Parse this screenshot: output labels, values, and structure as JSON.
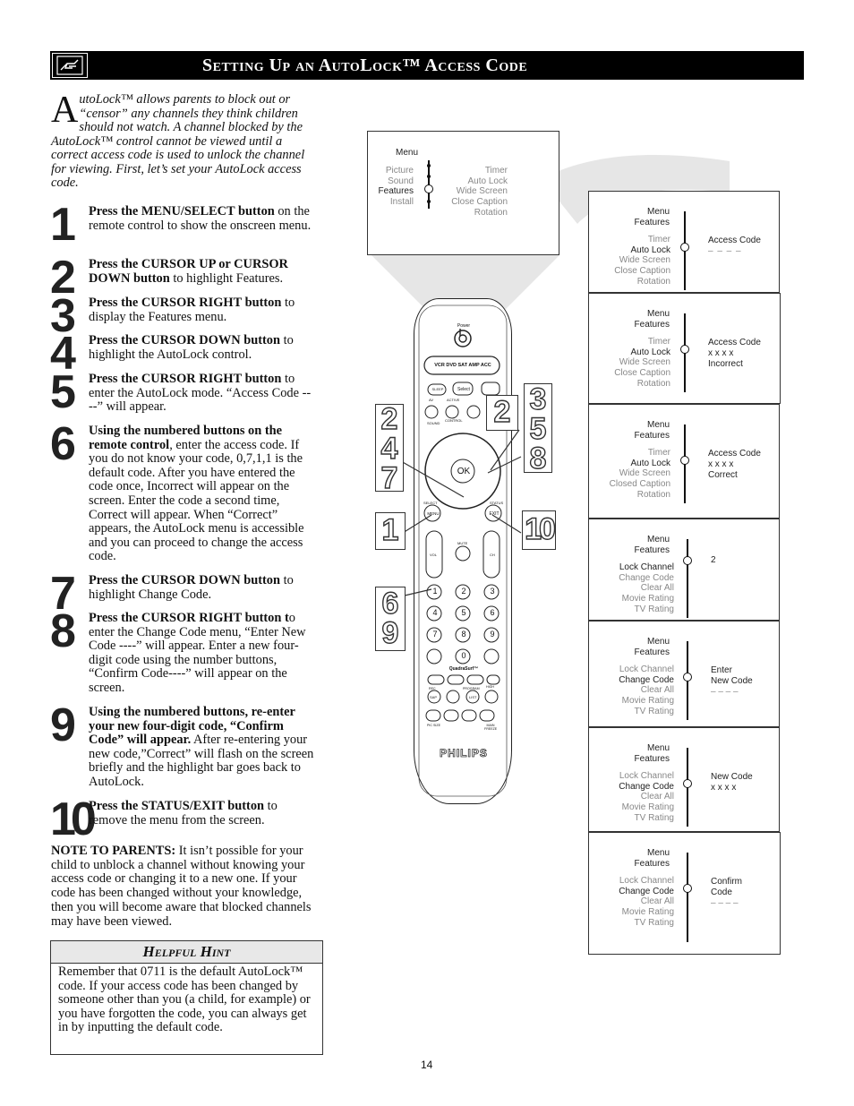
{
  "banner": {
    "title": "Setting Up an AutoLock™ Access Code",
    "icon": "hand-pointing-icon"
  },
  "intro": {
    "dropcap": "A",
    "text": "utoLock™ allows parents to block out or “censor” any channels they think children should not watch.  A channel blocked by the AutoLock™ control cannot be viewed until a correct access code is used to unlock the channel for viewing.  First, let’s set your AutoLock access code."
  },
  "steps": [
    {
      "num": "1",
      "bold": "Press the MENU/SELECT button",
      "rest": " on the remote control to show the onscreen menu."
    },
    {
      "num": "2",
      "bold": "Press the CURSOR UP or CURSOR DOWN button",
      "rest": " to highlight Features."
    },
    {
      "num": "3",
      "bold": "Press the CURSOR RIGHT button",
      "rest": " to display the Features menu."
    },
    {
      "num": "4",
      "bold": "Press the CURSOR DOWN button",
      "rest": " to highlight the AutoLock control."
    },
    {
      "num": "5",
      "bold": "Press the CURSOR RIGHT button",
      "rest": " to enter the AutoLock mode. “Access Code ----” will appear."
    },
    {
      "num": "6",
      "bold": "Using the numbered buttons on the remote control",
      "rest": ", enter the access code. If you do not know your code, 0,7,1,1 is the default code. After you have entered the code once, Incorrect will appear on the screen. Enter the code a second time, Correct will appear.  When “Correct” appears, the AutoLock menu is accessible and you can proceed to change the access code."
    },
    {
      "num": "7",
      "bold": "Press the CURSOR DOWN button",
      "rest": " to highlight Change Code."
    },
    {
      "num": "8",
      "bold": "Press the CURSOR RIGHT button t",
      "rest": "o enter the Change Code menu, “Enter New Code ----” will appear. Enter a new four-digit code using the number buttons, “Confirm Code----” will appear on the screen."
    },
    {
      "num": "9",
      "bold": "Using the numbered buttons, re-enter your new four-digit code, “Confirm Code” will appear.",
      "rest": " After re-entering your new code,”Correct” will flash on the screen briefly and the highlight bar goes back to AutoLock."
    },
    {
      "num": "10",
      "bold": "Press the STATUS/EXIT button",
      "rest": " to remove the menu from the screen."
    }
  ],
  "note": {
    "label": "NOTE TO PARENTS:",
    "text": "  It isn’t possible for your child to unblock a channel without knowing your access code or changing it to a new one.  If your code has been changed without your knowledge,  then you will become aware that blocked channels may have been viewed."
  },
  "hint": {
    "title": "Helpful Hint",
    "text": "Remember that 0711 is the default AutoLock™ code.  If your access code has been changed by someone other than you (a child, for example) or you have forgotten the code, you can always get in by inputting the default code."
  },
  "page_number": "14",
  "remote": {
    "power": "Power",
    "sources": "VCR DVD SAT AMP ACC",
    "sleep": "SLEEP",
    "select": "Select",
    "av": "AV",
    "active": "ACTIVE",
    "sound": "SOUND",
    "control": "CONTROL",
    "ok": "OK",
    "menu_select": "SELECT",
    "status": "STATUS",
    "menu": "MENU",
    "exit": "EXIT",
    "mute": "MUTE",
    "vol": "VOL",
    "ch": "CH",
    "digits": [
      "1",
      "2",
      "3",
      "4",
      "5",
      "6",
      "7",
      "8",
      "9",
      "0"
    ],
    "quadrasurf": "QuadraSurf™",
    "rec": "REC",
    "program": "PROGRAM",
    "high": "HIGH",
    "sap": "SAP",
    "list": "LIST",
    "pic_size": "PIC SIZE",
    "main_freeze": "MAIN FREEZE",
    "brand": "PHILIPS"
  },
  "callouts": {
    "a": "2\n4\n7",
    "b": "3\n5\n8",
    "c": "2",
    "d": "1",
    "e": "10",
    "f": "6\n9"
  },
  "osd_main": {
    "title": "Menu",
    "left": [
      "Picture",
      "Sound",
      "Features",
      "Install"
    ],
    "right": [
      "Timer",
      "Auto  Lock",
      "Wide  Screen",
      "Close  Caption",
      "Rotation"
    ]
  },
  "screens": [
    {
      "h1": "Menu",
      "h2": "Features",
      "items": [
        "Timer",
        "Auto  Lock",
        "Wide  Screen",
        "Close  Caption",
        "Rotation"
      ],
      "r1": "Access  Code",
      "r2": "– – – –",
      "r3": ""
    },
    {
      "h1": "Menu",
      "h2": "Features",
      "items": [
        "Timer",
        "Auto  Lock",
        "Wide  Screen",
        "Close  Caption",
        "Rotation"
      ],
      "r1": "Access  Code",
      "r2": "x x x x",
      "r3": "Incorrect"
    },
    {
      "h1": "Menu",
      "h2": "Features",
      "items": [
        "Timer",
        "Auto  Lock",
        "Wide  Screen",
        "Closed  Caption",
        "Rotation"
      ],
      "r1": "Access  Code",
      "r2": "x x x x",
      "r3": "Correct"
    },
    {
      "h1": "Menu",
      "h2": "Features",
      "items": [
        "Lock  Channel",
        "Change  Code",
        "Clear  All",
        "Movie  Rating",
        "TV  Rating"
      ],
      "r1": "2",
      "r2": "",
      "r3": ""
    },
    {
      "h1": "Menu",
      "h2": "Features",
      "items": [
        "Lock  Channel",
        "Change  Code",
        "Clear  All",
        "Movie  Rating",
        "TV  Rating"
      ],
      "r1": "Enter",
      "r2": "New  Code",
      "r3": "– – – –"
    },
    {
      "h1": "Menu",
      "h2": "Features",
      "items": [
        "Lock  Channel",
        "Change  Code",
        "Clear  All",
        "Movie  Rating",
        "TV  Rating"
      ],
      "r1": "New  Code",
      "r2": "x x x x",
      "r3": ""
    },
    {
      "h1": "Menu",
      "h2": "Features",
      "items": [
        "Lock  Channel",
        "Change  Code",
        "Clear  All",
        "Movie  Rating",
        "TV  Rating"
      ],
      "r1": "Confirm",
      "r2": "Code",
      "r3": "– – – –"
    }
  ]
}
